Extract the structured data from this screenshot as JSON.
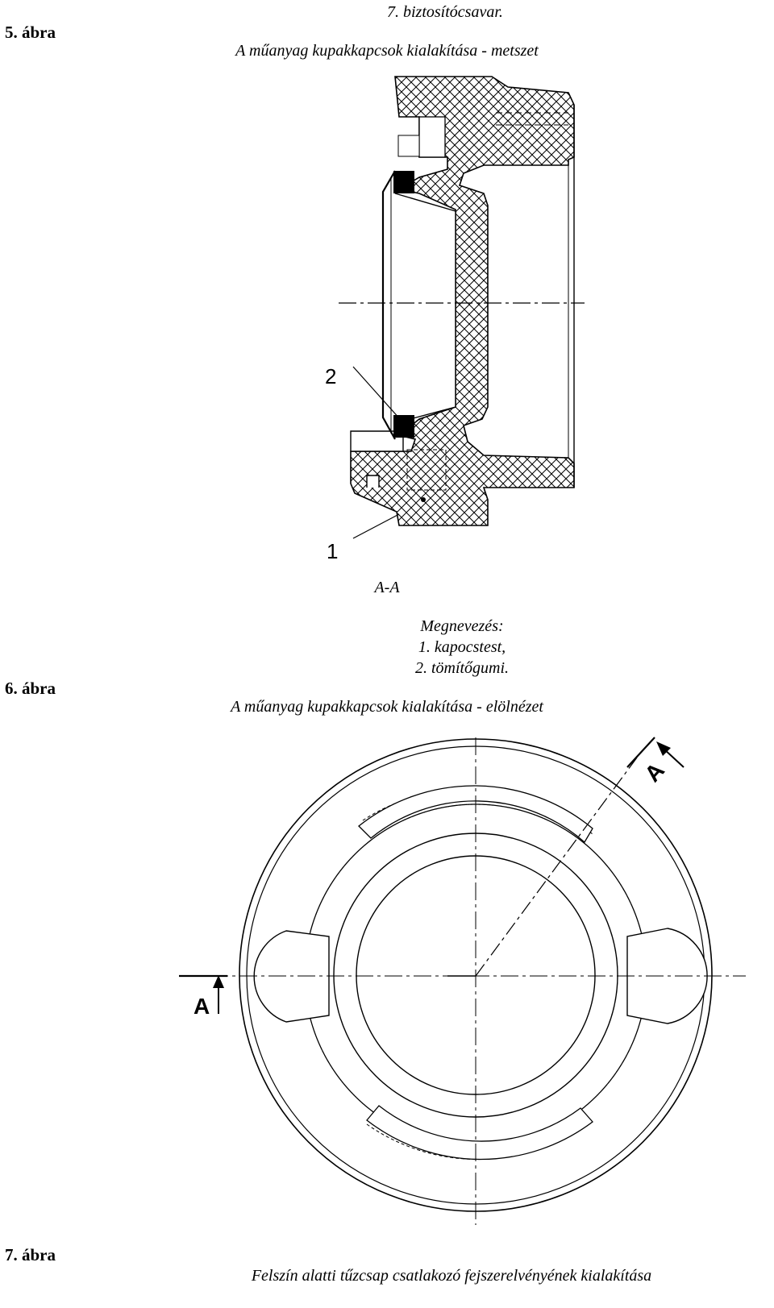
{
  "top_caption": "7. biztosítócsavar.",
  "figure5": {
    "label": "5. ábra",
    "caption": "A műanyag kupakkapcsok kialakítása - metszet",
    "callouts": [
      "2",
      "1"
    ]
  },
  "figure6": {
    "label": "6. ábra",
    "section_title": "A-A",
    "legend_title": "Megnevezés:",
    "legend_items": [
      "1. kapocstest,",
      "2. tömítőgumi."
    ],
    "caption": "A műanyag kupakkapcsok kialakítása - elölnézet",
    "section_marks": [
      "A",
      "A"
    ]
  },
  "figure7": {
    "label": "7. ábra",
    "caption": "Felszín alatti tűzcsap csatlakozó fejszerelvényének kialakítása"
  }
}
